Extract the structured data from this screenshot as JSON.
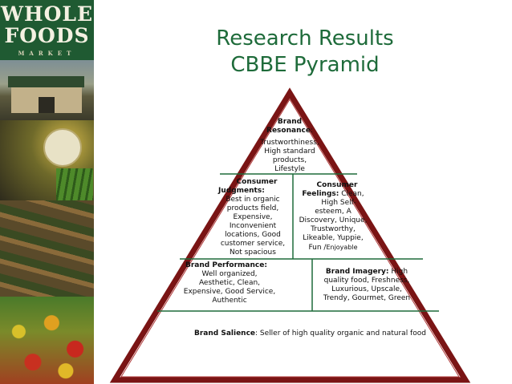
{
  "logo": {
    "line1": "WHOLE",
    "line2": "FOODS",
    "line3": "MARKET"
  },
  "title": {
    "line1": "Research Results",
    "line2": "CBBE Pyramid"
  },
  "pyramid": {
    "resonance": {
      "label": "Brand",
      "label2": "Resonance",
      "suffix": ":",
      "lines": [
        "Trustworthiness,",
        "High standard",
        "products,",
        "Lifestyle"
      ]
    },
    "judgments": {
      "label1": "Consumer",
      "label2": "Judgments:",
      "lines": [
        "Best in organic",
        "products field,",
        "Expensive,",
        "Inconvenient",
        "locations, Good",
        "customer service,",
        "Not spacious"
      ]
    },
    "feelings": {
      "label1": "Consumer",
      "label2": "Feelings:",
      "after_label": " Clean,",
      "lines": [
        "High Self-",
        "esteem, A",
        "Discovery, Unique,",
        "Trustworthy,",
        "Likeable, Yuppie,"
      ],
      "last_line_a": "Fun /",
      "last_line_b": "Enjoyable"
    },
    "performance": {
      "label": "Brand Performance:",
      "lines": [
        "Well organized,",
        "Aesthetic, Clean,",
        "Expensive, Good Service,",
        "Authentic"
      ]
    },
    "imagery": {
      "label": "Brand Imagery:",
      "after_label": " High",
      "lines": [
        "quality food, Freshness,",
        "Luxurious, Upscale,",
        "Trendy, Gourmet, Green"
      ]
    },
    "salience": {
      "label": "Brand Salience",
      "text": ": Seller of high quality organic and natural food"
    }
  },
  "colors": {
    "title": "#1e6b3a",
    "pyramid_fill": "#ffffff",
    "pyramid_border": "#7a1414",
    "divider": "#1e6b3a"
  }
}
